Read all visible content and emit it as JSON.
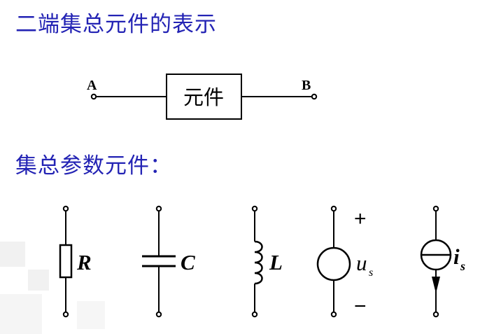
{
  "headings": {
    "two_terminal": "二端集总元件的表示",
    "lumped_elements": "集总参数元件："
  },
  "two_terminal_diagram": {
    "terminal_a": "A",
    "terminal_b": "B",
    "element_label": "元件"
  },
  "elements": {
    "resistor": "R",
    "capacitor": "C",
    "inductor": "L",
    "voltage_source": {
      "symbol": "u",
      "subscript": "s",
      "plus": "+",
      "minus": "−"
    },
    "current_source": {
      "symbol": "i",
      "subscript": "s"
    }
  },
  "colors": {
    "heading": "#2323b4",
    "line": "#000000",
    "background": "#ffffff"
  }
}
